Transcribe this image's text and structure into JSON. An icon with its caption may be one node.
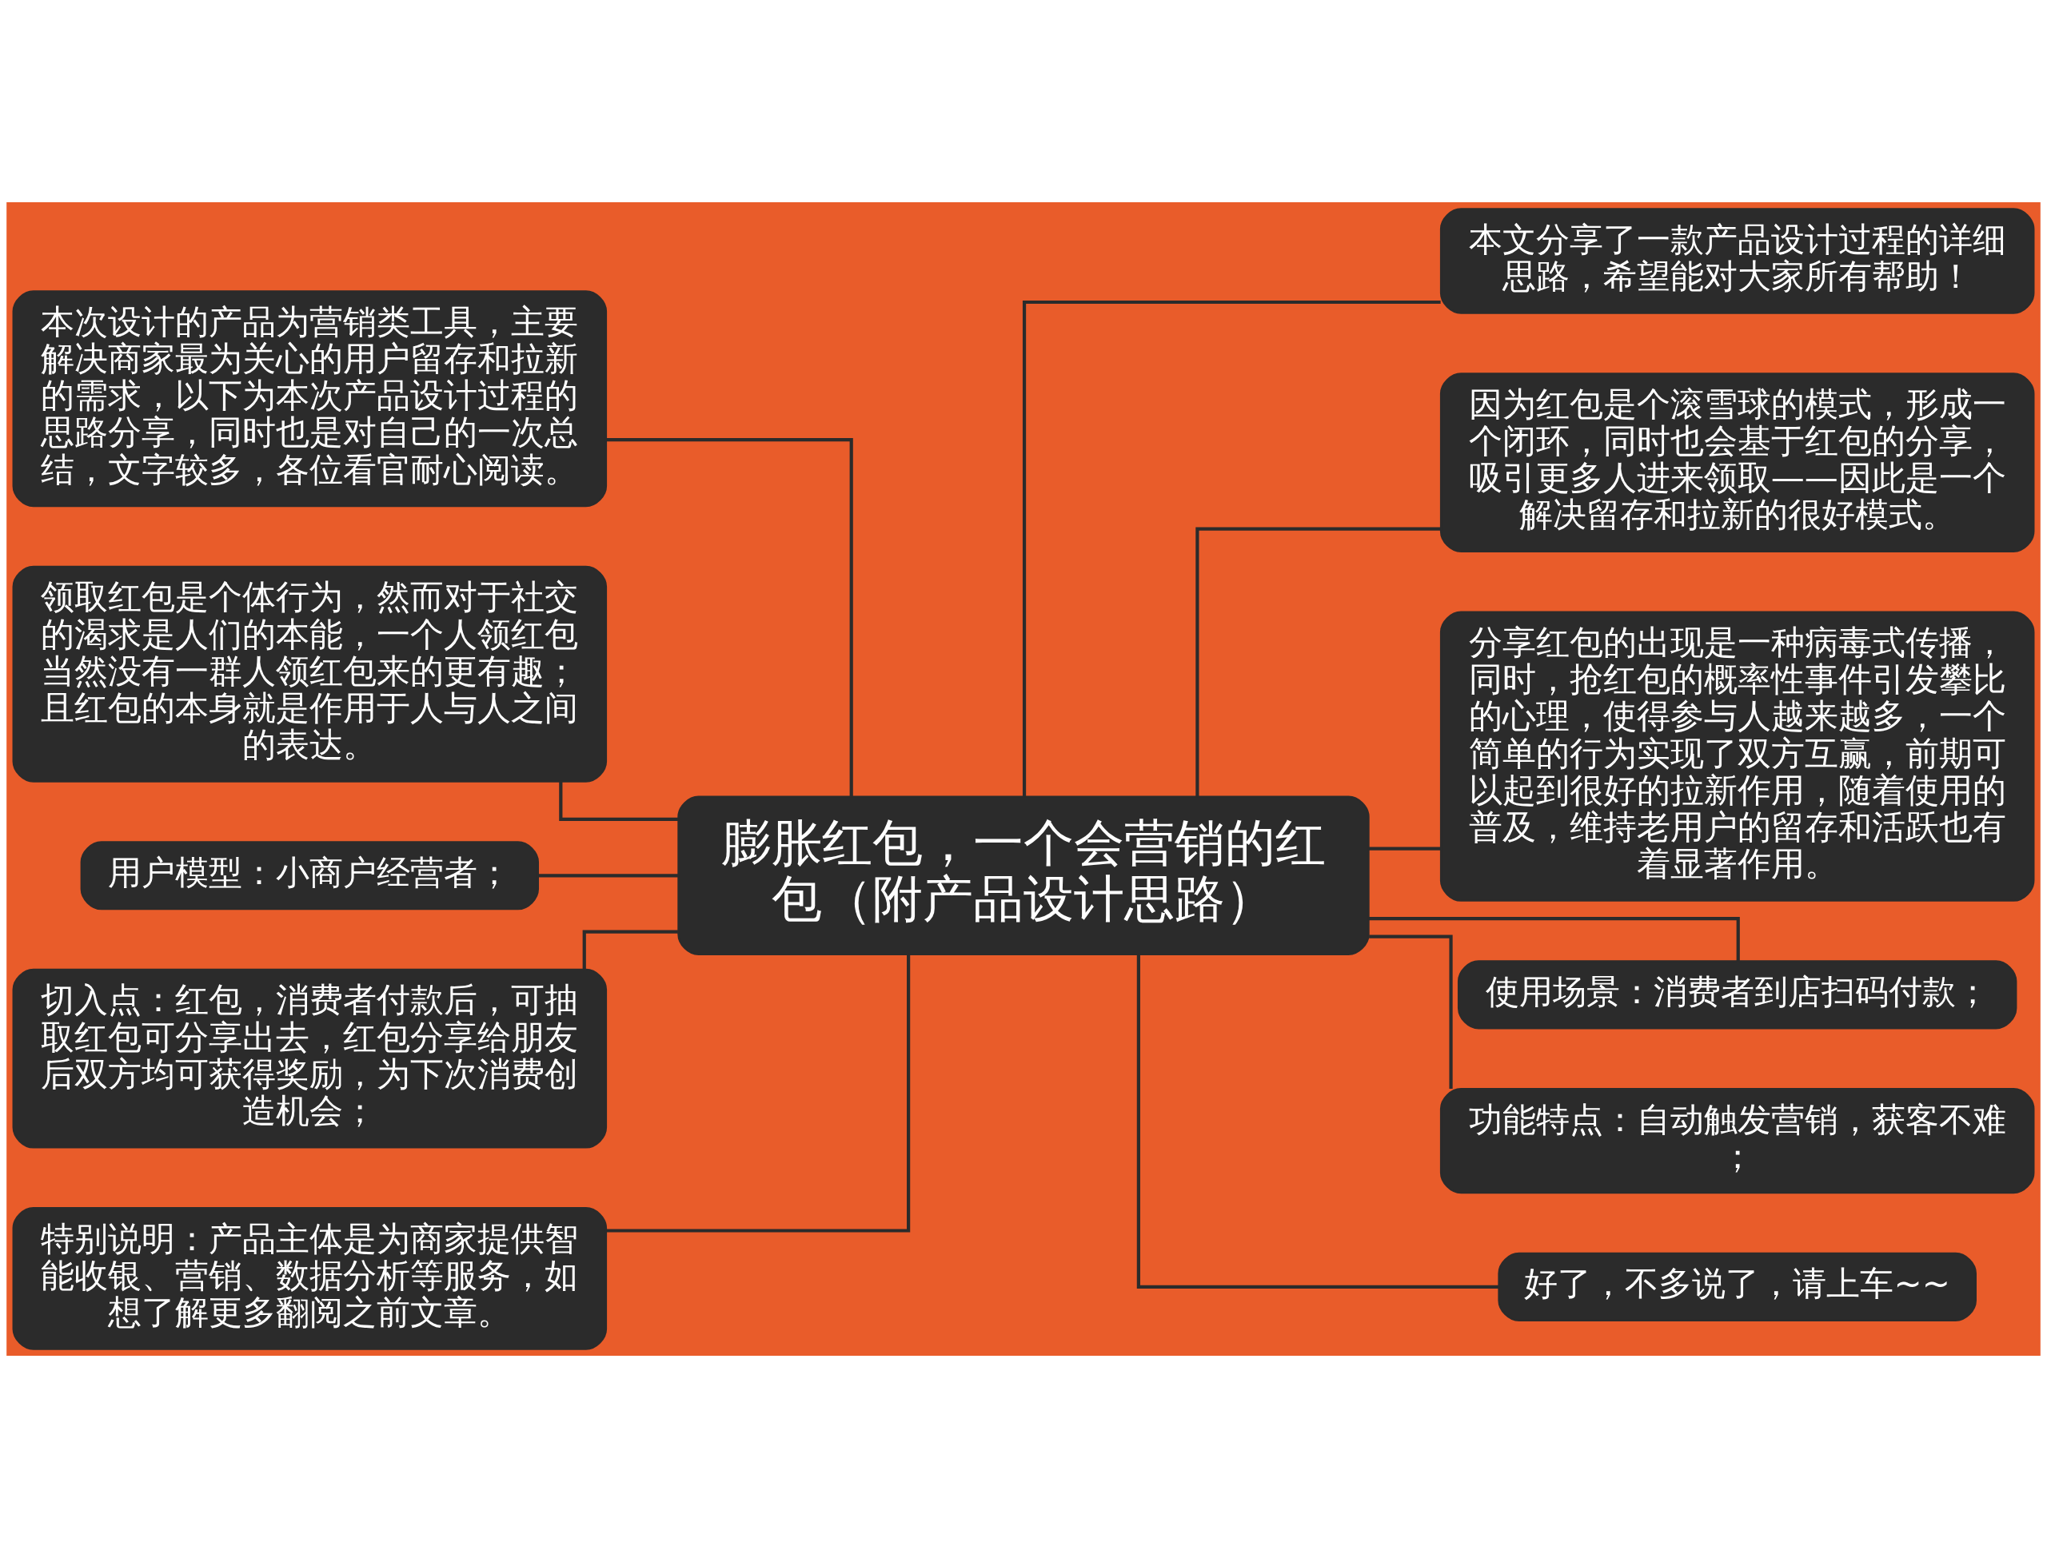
{
  "diagram": {
    "nodes": [
      {
        "text": [
          "膨胀红包，一个会营销的红包（附产品设计思路）"
        ]
      },
      {
        "text": [
          "本次设计的产品为营销类工具，主要解决商家最为关心的用户留存和拉新的需求，以下为本次产品设计过程的思路分享，同时也是对自己的一次总结，文字较多，各位看官耐心阅读。"
        ]
      },
      {
        "text": [
          "领取红包是个体行为，然而对于社交的渴求是人们的本能，一个人领红包当然没有一群人领红包来的更有趣；且红包的本身就是作用于人与人之间的表达。"
        ]
      },
      {
        "text": [
          "用户模型：小商户经营者；"
        ]
      },
      {
        "text": [
          "切入点：红包，消费者付款后，可抽取红包可分享出去，红包分享给朋友后双方均可获得奖励，为下次消费创造机会；"
        ]
      },
      {
        "text": [
          "特别说明：产品主体是为商家提供智能收银、营销、数据分析等服务，如想了解更多翻阅之前文章。"
        ]
      },
      {
        "text": [
          "本文分享了一款产品设计过程的详细思路，希望能对大家所有帮助！"
        ]
      },
      {
        "text": [
          "因为红包是个滚雪球的模式，形成一个闭环，同时也会基于红包的分享，吸引更多人进来领取——因此是一个解决留存和拉新的很好模式。"
        ]
      },
      {
        "text": [
          "分享红包的出现是一种病毒式传播，同时，抢红包的概率性事件引发攀比的心理，使得参与人越来越多，一个简单的行为实现了双方互赢，前期可以起到很好的拉新作用，随着使用的普及，维持老用户的留存和活跃也有着显著作用。"
        ]
      },
      {
        "text": [
          "使用场景：消费者到店扫码付款；"
        ]
      },
      {
        "text": [
          "功能特点：自动触发营销，获客不难；"
        ]
      },
      {
        "text": [
          "好了，不多说了，请上车~~"
        ]
      }
    ],
    "edges": [
      {
        "from": 0,
        "to": 1,
        "arrow": "none"
      },
      {
        "from": 0,
        "to": 2,
        "arrow": "none"
      },
      {
        "from": 0,
        "to": 3,
        "arrow": "none"
      },
      {
        "from": 0,
        "to": 4,
        "arrow": "none"
      },
      {
        "from": 0,
        "to": 5,
        "arrow": "none"
      },
      {
        "from": 0,
        "to": 6,
        "arrow": "none"
      },
      {
        "from": 0,
        "to": 7,
        "arrow": "none"
      },
      {
        "from": 0,
        "to": 8,
        "arrow": "none"
      },
      {
        "from": 0,
        "to": 9,
        "arrow": "none"
      },
      {
        "from": 0,
        "to": 10,
        "arrow": "none"
      },
      {
        "from": 0,
        "to": 11,
        "arrow": "none"
      }
    ]
  }
}
